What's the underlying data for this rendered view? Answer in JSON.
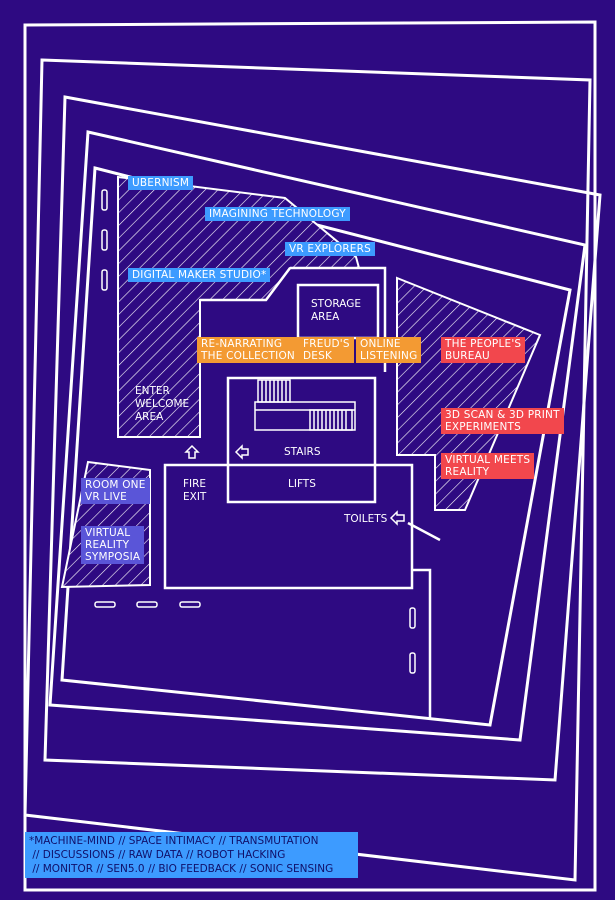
{
  "colors": {
    "background": "#2e0a82",
    "lines": "#ffffff",
    "blue": "#3d9bff",
    "orange": "#f39a33",
    "red": "#f2474d",
    "violet": "#5a55d8"
  },
  "zones": {
    "ubernism": "UBERNISM",
    "imagining_technology": "IMAGINING TECHNOLOGY",
    "vr_explorers": "VR EXPLORERS",
    "digital_maker_studio": "DIGITAL MAKER STUDIO*",
    "re_narrating": "RE-NARRATING\nTHE COLLECTION",
    "freuds_desk": "FREUD'S\nDESK",
    "online_listening": "ONLINE\nLISTENING",
    "peoples_bureau": "THE PEOPLE'S\nBUREAU",
    "scan_print": "3D SCAN & 3D PRINT\nEXPERIMENTS",
    "virtual_meets_reality": "VIRTUAL MEETS\nREALITY",
    "room_one": "ROOM ONE\nVR LIVE",
    "symposia": "VIRTUAL\nREALITY\nSYMPOSIA"
  },
  "areas": {
    "storage": "STORAGE\nAREA",
    "enter_welcome": "ENTER\nWELCOME\nAREA",
    "stairs": "STAIRS",
    "lifts": "LIFTS",
    "fire_exit": "FIRE\nEXIT",
    "toilets": "TOILETS"
  },
  "footnote": [
    "*MACHINE-MIND // SPACE INTIMACY // TRANSMUTATION",
    " // DISCUSSIONS // RAW DATA // ROBOT HACKING",
    " // MONITOR // SEN5.0 // BIO FEEDBACK // SONIC SENSING"
  ]
}
